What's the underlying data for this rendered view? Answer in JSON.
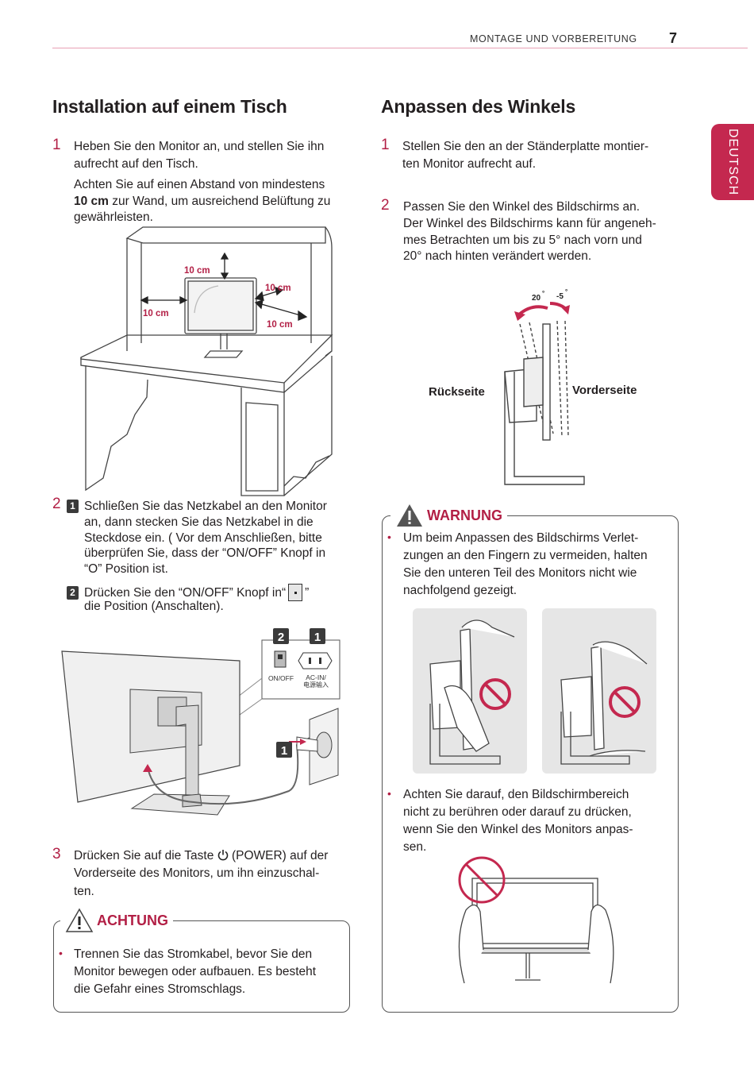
{
  "header": {
    "section_title": "MONTAGE UND VORBEREITUNG",
    "page_number": "7"
  },
  "language_tab": {
    "label": "DEUTSCH",
    "color": "#c4284f"
  },
  "left": {
    "title": "Installation auf einem Tisch",
    "step1": {
      "number": "1",
      "text_l1": "Heben Sie den Monitor an, und stellen Sie ihn",
      "text_l2": "aufrecht auf den Tisch.",
      "note_l1": "Achten Sie auf einen Abstand von mindestens",
      "note_l2_bold": "10 cm",
      "note_l2_rest": " zur Wand, um ausreichend Belüftung zu",
      "note_l3": "gewährleisten."
    },
    "desk_labels": {
      "top": "10 cm",
      "left": "10 cm",
      "right_upper": "10 cm",
      "right_lower": "10 cm"
    },
    "step2": {
      "number": "2",
      "sub1": {
        "badge": "1",
        "l1": "Schließen Sie das Netzkabel an den Monitor",
        "l2": "an, dann stecken Sie das Netzkabel in die",
        "l3": "Steckdose ein. ( Vor dem Anschließen, bitte",
        "l4": "überprüfen Sie, dass der  “ON/OFF” Knopf in",
        "l5": " “O” Position ist."
      },
      "sub2": {
        "badge": "2",
        "l1_a": "Drücken Sie den  “ON/OFF” Knopf in“",
        "l1_b": "”",
        "l2": "die Position (Anschalten)."
      }
    },
    "connector_labels": {
      "badge2": "2",
      "badge1": "1",
      "onoff": "ON/OFF",
      "acin_1": "AC-IN/",
      "acin_2": "电源输入",
      "plug_badge": "1"
    },
    "step3": {
      "number": "3",
      "l1_a": "Drücken Sie auf die Taste ",
      "l1_b": " (POWER) auf der",
      "l2": "Vorderseite des Monitors, um ihn einzuschal-",
      "l3": "ten."
    },
    "caution": {
      "title": "ACHTUNG",
      "bullet": "•",
      "l1": "Trennen Sie das Stromkabel, bevor Sie den",
      "l2": "Monitor bewegen oder aufbauen. Es besteht",
      "l3": "die Gefahr eines Stromschlags."
    }
  },
  "right": {
    "title": "Anpassen des Winkels",
    "step1": {
      "number": "1",
      "l1": "Stellen Sie den an der Ständerplatte montier-",
      "l2": "ten Monitor aufrecht auf."
    },
    "step2": {
      "number": "2",
      "l1": "Passen Sie den Winkel des Bildschirms an.",
      "l2": "Der Winkel des Bildschirms kann für angeneh-",
      "l3": "mes Betrachten um bis zu 5° nach vorn und",
      "l4": "20° nach hinten verändert werden."
    },
    "tilt_labels": {
      "back_angle": "20",
      "front_angle": "-5",
      "degree": "°",
      "back": "Rückseite",
      "front": "Vorderseite"
    },
    "warning": {
      "title": "WARNUNG",
      "b1_l1": "Um beim Anpassen des Bildschirms Verlet-",
      "b1_l2": "zungen an den Fingern zu vermeiden, halten",
      "b1_l3": "Sie den unteren Teil des Monitors nicht wie",
      "b1_l4": "nachfolgend gezeigt.",
      "b2_l1": "Achten Sie darauf, den Bildschirmbereich",
      "b2_l2": "nicht zu berühren oder darauf zu drücken,",
      "b2_l3": "wenn Sie den Winkel des Monitors anpas-",
      "b2_l4": "sen.",
      "bullet": "•"
    }
  },
  "colors": {
    "accent": "#b21f45",
    "rule": "#e8a0b4"
  }
}
